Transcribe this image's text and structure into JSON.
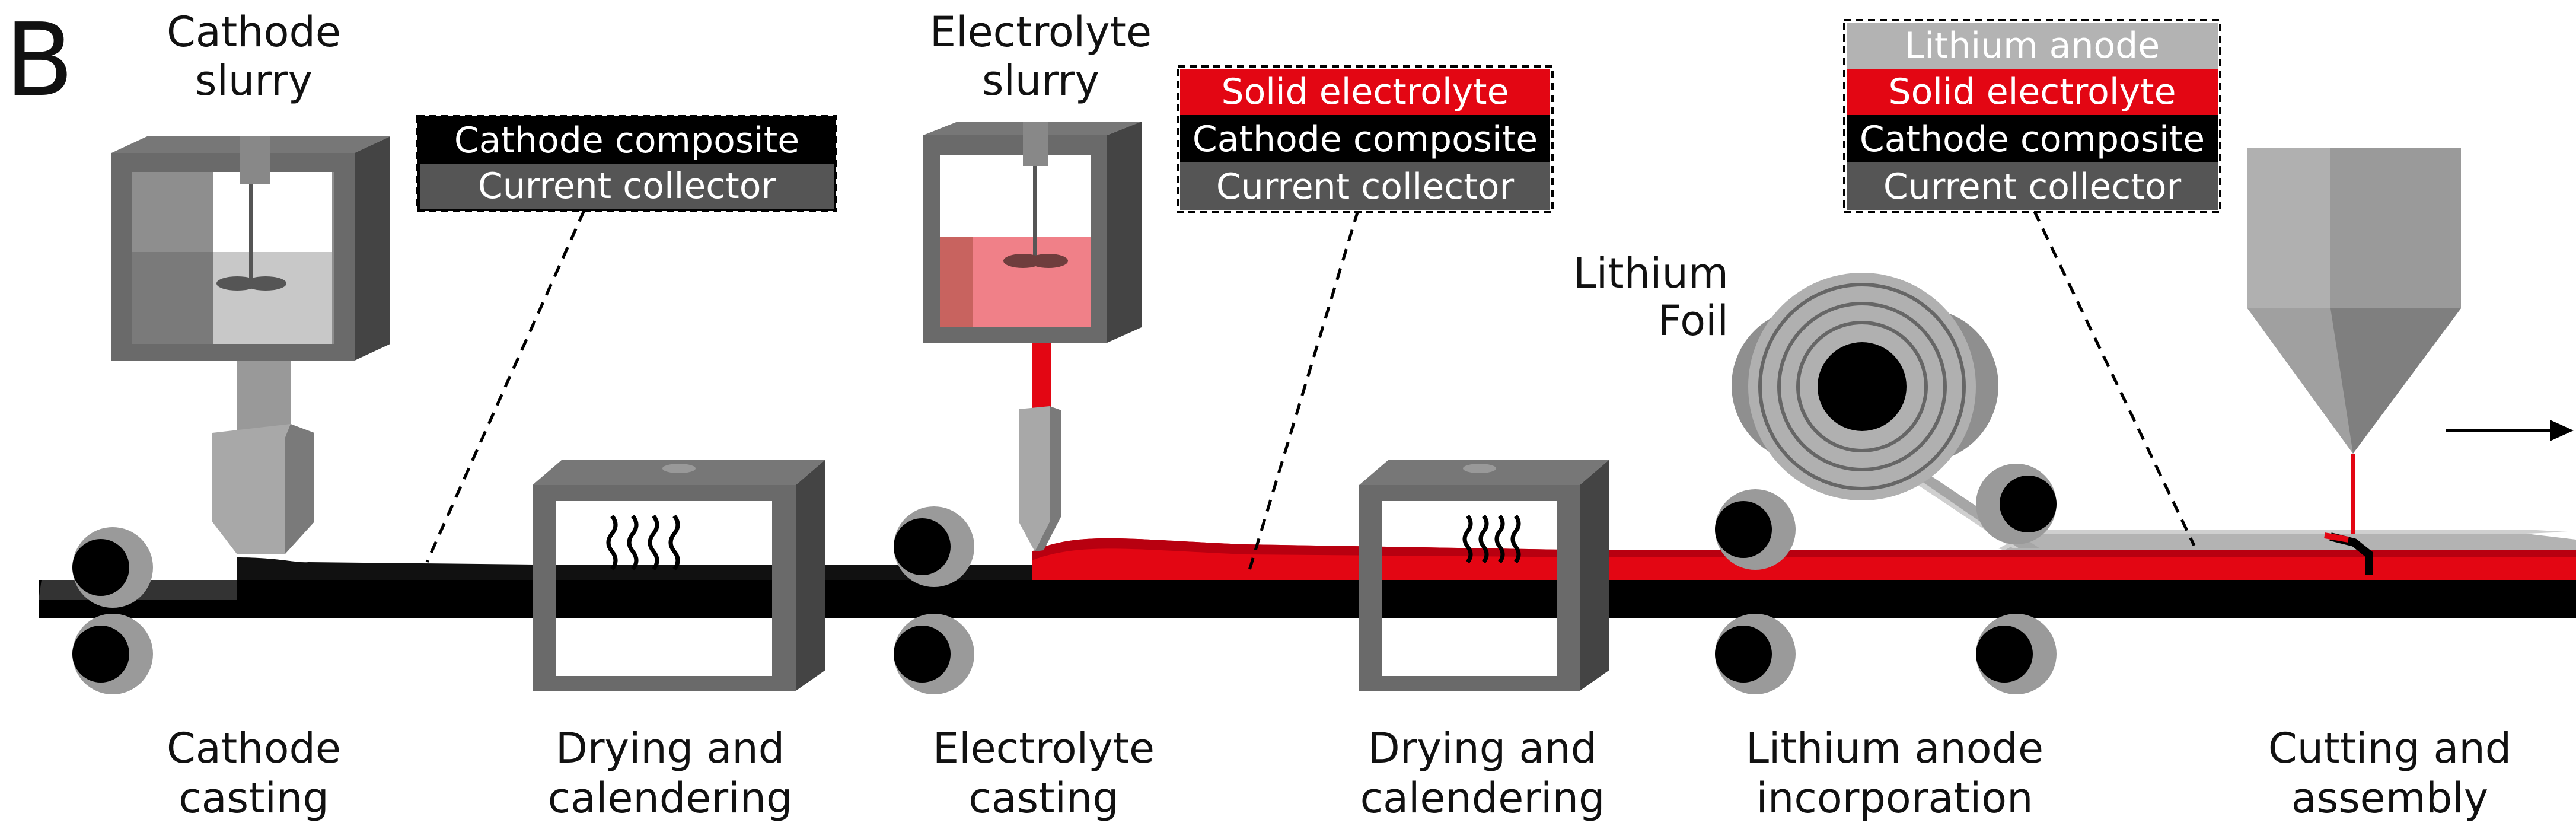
{
  "panel_label": "B",
  "colors": {
    "black": "#000000",
    "red": "#e30613",
    "light_gray": "#b3b3b3",
    "mid_gray": "#8c8c8c",
    "dark_gray": "#555555",
    "pink_slurry": "#f08088"
  },
  "inputs": {
    "cathode_slurry": [
      "Cathode",
      "slurry"
    ],
    "electrolyte_slurry": [
      "Electrolyte",
      "slurry"
    ],
    "lithium_foil": [
      "Lithium",
      "Foil"
    ]
  },
  "layer_stacks": {
    "stack1": [
      "Cathode composite",
      "Current collector"
    ],
    "stack2": [
      "Solid electrolyte",
      "Cathode composite",
      "Current collector"
    ],
    "stack3": [
      "Lithium anode",
      "Solid electrolyte",
      "Cathode composite",
      "Current collector"
    ]
  },
  "steps": [
    [
      "Cathode",
      "casting"
    ],
    [
      "Drying and",
      "calendering"
    ],
    [
      "Electrolyte",
      "casting"
    ],
    [
      "Drying and",
      "calendering"
    ],
    [
      "Lithium anode",
      "incorporation"
    ],
    [
      "Cutting and",
      "assembly"
    ]
  ]
}
